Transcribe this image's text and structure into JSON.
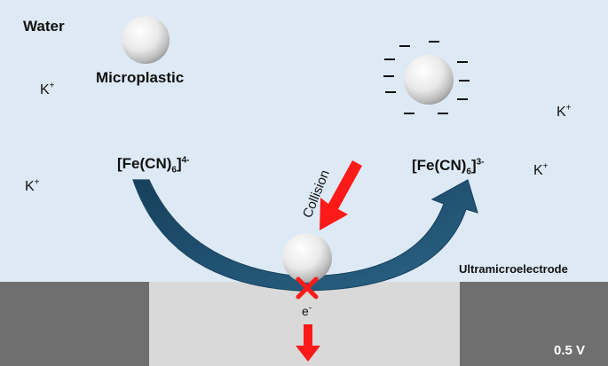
{
  "labels": {
    "water": "Water",
    "microplastic": "Microplastic",
    "collision": "Collision",
    "electrode": "Ultramicroelectrode",
    "potential": "0.5 V"
  },
  "ions": {
    "potassium_base": "K",
    "potassium_charge": "+",
    "electron_base": "e",
    "electron_charge": "-"
  },
  "species": {
    "ferrocyanide": {
      "base": "[Fe(CN)",
      "subscript": "6",
      "bracket": "]",
      "charge": "4-"
    },
    "ferricyanide": {
      "base": "[Fe(CN)",
      "subscript": "6",
      "bracket": "]",
      "charge": "3-"
    }
  },
  "colors": {
    "water": "#ddeaf6",
    "electrode_dark": "#6f6f6f",
    "electrode_light": "#d9d9d9",
    "arrow_blue": "#1f4e6e",
    "arrow_red": "#ff1a1a"
  },
  "surface_charge_symbol": "−"
}
